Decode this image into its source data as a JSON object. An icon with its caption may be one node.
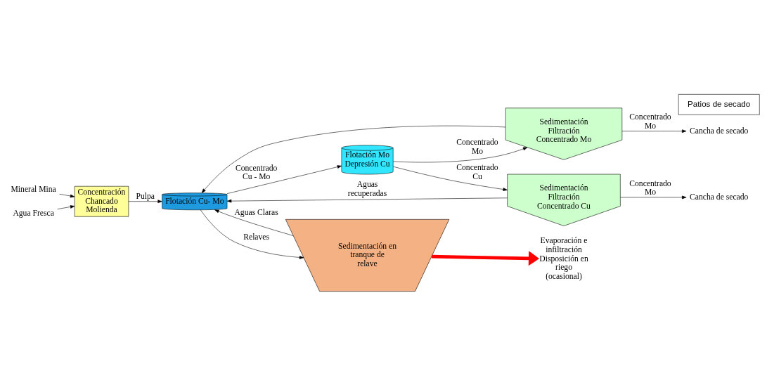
{
  "diagram": {
    "nodes": [
      {
        "text": [
          "Mineral Mina"
        ]
      },
      {
        "text": [
          "Agua Fresca"
        ]
      },
      {
        "text": [
          "Concentración Chancado Molienda"
        ]
      },
      {
        "text": [
          "Flotación Cu- Mo"
        ]
      },
      {
        "text": [
          "Flotación Mo Depresión Cu"
        ]
      },
      {
        "text": [
          "Sedimentación Filtración Concentrado Mo"
        ]
      },
      {
        "text": [
          "Sedimentación en tranque de relave"
        ]
      },
      {
        "text": [
          "Sedimentación Filtración Concentrado Cu"
        ]
      },
      {
        "text": [
          "Cancha de secado"
        ]
      },
      {
        "text": [
          "Cancha de secado"
        ]
      },
      {
        "text": [
          "Evaporación e infiltración Disposición en riego (ocasional)"
        ]
      },
      {
        "text": [
          "Patios de secado"
        ]
      }
    ],
    "edges": [
      {
        "from": 0,
        "to": 2,
        "arrow": "to"
      },
      {
        "from": 1,
        "to": 2,
        "arrow": "to"
      },
      {
        "from": 2,
        "to": 3,
        "arrow": "to",
        "label": "Pulpa"
      },
      {
        "from": 3,
        "to": 4,
        "arrow": "to",
        "label": "Concentrado Cu - Mo"
      },
      {
        "from": 4,
        "to": 5,
        "arrow": "to",
        "label": "Concentrado Mo"
      },
      {
        "from": 3,
        "to": 6,
        "arrow": "to",
        "label": "Relaves"
      },
      {
        "from": 4,
        "to": 7,
        "arrow": "to",
        "label": "Concentrado Cu"
      },
      {
        "from": 5,
        "to": 3,
        "arrow": "to"
      },
      {
        "from": 7,
        "to": 3,
        "arrow": "to",
        "label": "Aguas recuperadas"
      },
      {
        "from": 6,
        "to": 3,
        "arrow": "to",
        "label": "Aguas Claras"
      },
      {
        "from": 5,
        "to": 8,
        "arrow": "to",
        "label": "Concentrado Mo"
      },
      {
        "from": 7,
        "to": 9,
        "arrow": "to",
        "label": "Concentrado Mo"
      },
      {
        "from": 6,
        "to": 10,
        "arrow": "to",
        "style": "thick",
        "color": "#ff0000"
      }
    ]
  }
}
